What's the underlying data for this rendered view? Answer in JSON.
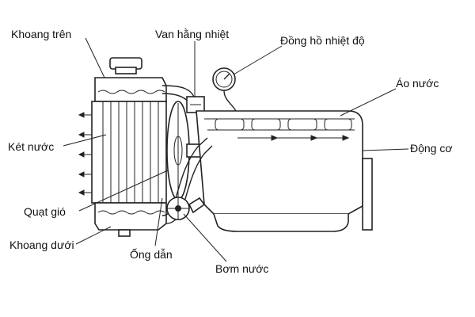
{
  "labels": {
    "upper_tank": "Khoang trên",
    "thermostat": "Van hằng nhiệt",
    "temp_gauge": "Đồng hồ nhiệt độ",
    "water_jacket": "Áo nước",
    "radiator": "Két nước",
    "engine": "Động cơ",
    "fan": "Quạt gió",
    "lower_tank": "Khoang dưới",
    "pipe": "Ống dẫn",
    "water_pump": "Bơm nước"
  }
}
